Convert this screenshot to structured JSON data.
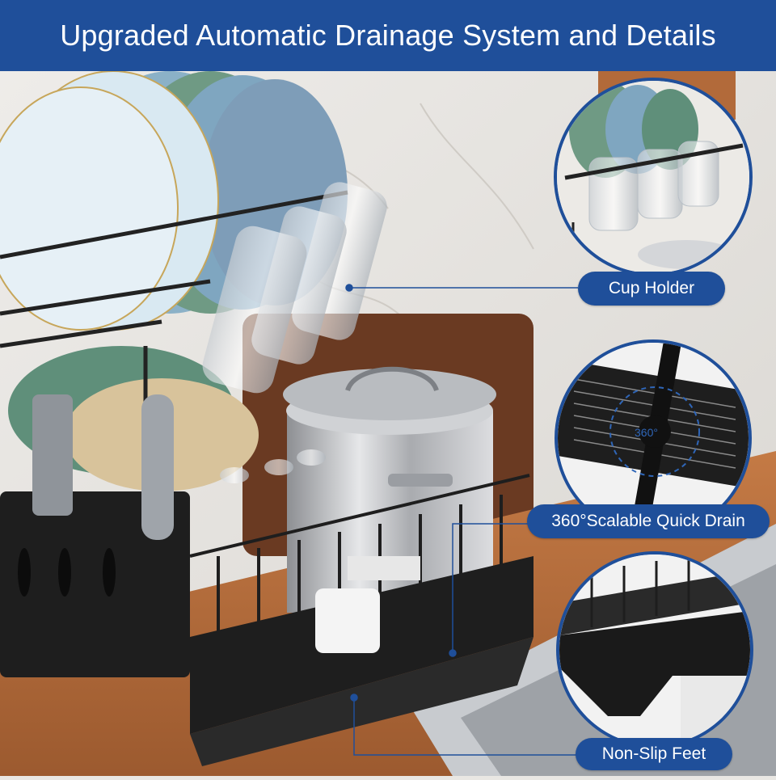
{
  "banner": {
    "title": "Upgraded Automatic Drainage System and Details"
  },
  "callouts": {
    "cup_holder": "Cup Holder",
    "quick_drain": "360°Scalable Quick Drain",
    "non_slip": "Non-Slip Feet"
  },
  "zoom": {
    "rotation_label": "360°"
  },
  "colors": {
    "brand_blue": "#1f4f9a",
    "rack_black": "#1e1e1e",
    "counter_wood": "#b26a3a"
  }
}
